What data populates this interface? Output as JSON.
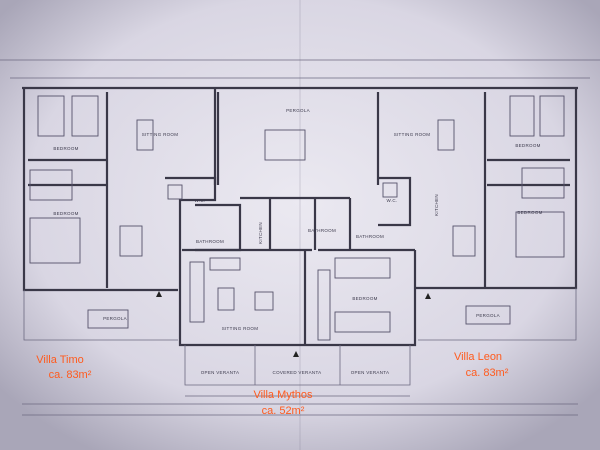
{
  "rooms": {
    "bedroom": "BEDROOM",
    "sitting_room": "SITTING ROOM",
    "sitting_room_mid": "SITTING ROOM",
    "pergola": "PERGOLA",
    "kitchen": "KITCHEN",
    "bathroom": "BATHROOM",
    "wc": "W.C.",
    "open_veranta": "OPEN VERANTA",
    "covered_veranta": "COVERED VERANTA"
  },
  "villas": [
    {
      "name": "Villa Timo",
      "area": "ca. 83m²"
    },
    {
      "name": "Villa Mythos",
      "area": "ca. 52m²"
    },
    {
      "name": "Villa Leon",
      "area": "ca. 83m²"
    }
  ],
  "colors": {
    "paper": "#c8c5d4",
    "label": "#ff5b1e",
    "ink": "#3a3848"
  }
}
